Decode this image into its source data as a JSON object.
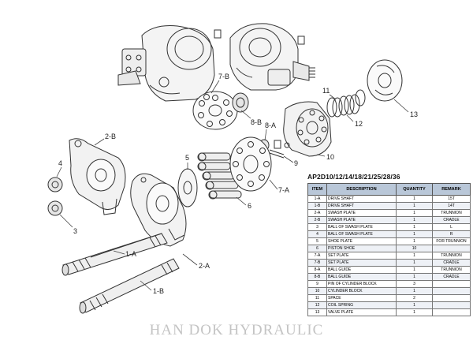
{
  "callouts": {
    "c7b": "7-B",
    "c11": "11",
    "c8b": "8-B",
    "c8a": "8-A",
    "c12": "12",
    "c13": "13",
    "c2b": "2-B",
    "c4": "4",
    "c3": "3",
    "c5": "5",
    "c6": "6",
    "c7a": "7-A",
    "c9": "9",
    "c10": "10",
    "c1a": "1-A",
    "c2a": "2-A",
    "c1b": "1-B"
  },
  "table": {
    "model": "AP2D10/12/14/18/21/25/28/36",
    "headers": {
      "item": "ITEM",
      "description": "DESCRIPTION",
      "quantity": "QUANTITY",
      "remark": "REMARK"
    },
    "rows": [
      {
        "item": "1-A",
        "description": "DRIVE SHAFT",
        "quantity": "1",
        "remark": "15T"
      },
      {
        "item": "1-B",
        "description": "DRIVE SHAFT",
        "quantity": "1",
        "remark": "14T"
      },
      {
        "item": "2-A",
        "description": "SWASH PLATE",
        "quantity": "1",
        "remark": "TRUNNION"
      },
      {
        "item": "2-B",
        "description": "SWASH PLATE",
        "quantity": "1",
        "remark": "CRADLE"
      },
      {
        "item": "3",
        "description": "BALL OF SWASH PLATE",
        "quantity": "1",
        "remark": "L"
      },
      {
        "item": "4",
        "description": "BALL OF SWASH PLATE",
        "quantity": "1",
        "remark": "R"
      },
      {
        "item": "5",
        "description": "SHOE PLATE",
        "quantity": "1",
        "remark": "FOR TRUNNION"
      },
      {
        "item": "6",
        "description": "PISTON SHOE",
        "quantity": "10",
        "remark": ""
      },
      {
        "item": "7-A",
        "description": "SET PLATE",
        "quantity": "1",
        "remark": "TRUNNION"
      },
      {
        "item": "7-B",
        "description": "SET PLATE",
        "quantity": "1",
        "remark": "CRADLE"
      },
      {
        "item": "8-A",
        "description": "BALL GUIDE",
        "quantity": "1",
        "remark": "TRUNNION"
      },
      {
        "item": "8-B",
        "description": "BALL GUIDE",
        "quantity": "1",
        "remark": "CRADLE"
      },
      {
        "item": "9",
        "description": "PIN OF CYLINDER BLOCK",
        "quantity": "3",
        "remark": ""
      },
      {
        "item": "10",
        "description": "CYLINDER BLOCK",
        "quantity": "1",
        "remark": ""
      },
      {
        "item": "11",
        "description": "SPACE",
        "quantity": "2",
        "remark": ""
      },
      {
        "item": "12",
        "description": "COIL SPRING",
        "quantity": "1",
        "remark": ""
      },
      {
        "item": "13",
        "description": "VALVE PLATE",
        "quantity": "1",
        "remark": ""
      }
    ]
  },
  "brand": "HAN DOK HYDRAULIC"
}
